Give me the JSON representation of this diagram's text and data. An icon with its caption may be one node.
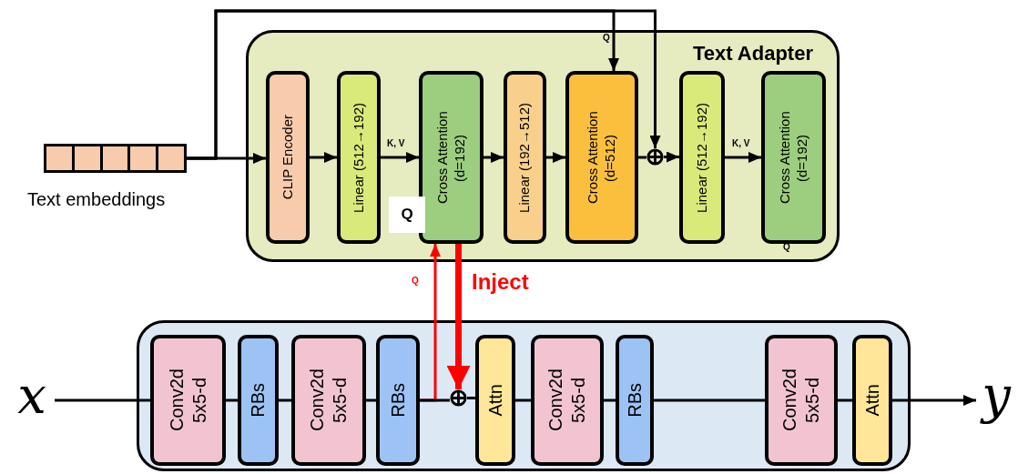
{
  "diagram": {
    "nodes": [
      {
        "text": [
          "Text Adapter"
        ]
      },
      {
        "text": [
          "CLIP Encoder"
        ],
        "in": 0
      },
      {
        "text": [
          "Linear (512→192)"
        ],
        "in": 0
      },
      {
        "text": [
          "Cross Attention (d=192)"
        ],
        "in": 0
      },
      {
        "text": [
          "Linear (192→512)"
        ],
        "in": 0
      },
      {
        "text": [
          "Cross Attention (d=512)"
        ],
        "in": 0
      },
      {
        "text": [],
        "shape": "circle",
        "in": 0
      },
      {
        "text": [
          "Linear (512→192)"
        ],
        "in": 0
      },
      {
        "text": [
          "Cross Attention (d=192)"
        ],
        "in": 0
      },
      {
        "text": [
          "Text embeddings"
        ]
      },
      {
        "text": [],
        "shape": "box"
      },
      {
        "text": [
          "Conv2d 5x5-d"
        ],
        "in": 10
      },
      {
        "text": [
          "RBs"
        ],
        "in": 10
      },
      {
        "text": [
          "Conv2d 5x5-d"
        ],
        "in": 10
      },
      {
        "text": [
          "RBs"
        ],
        "in": 10
      },
      {
        "text": [],
        "shape": "circle",
        "in": 10
      },
      {
        "text": [
          "Attn"
        ],
        "in": 10
      },
      {
        "text": [
          "Conv2d 5x5-d"
        ],
        "in": 10
      },
      {
        "text": [
          "RBs"
        ],
        "in": 10
      },
      {
        "text": [
          "Conv2d 5x5-d"
        ],
        "in": 10
      },
      {
        "text": [
          "Attn"
        ],
        "in": 10
      },
      {
        "text": [
          "x"
        ]
      },
      {
        "text": [
          "y"
        ]
      }
    ],
    "edges": [
      {
        "from": 9,
        "to": 1,
        "arrow": "to"
      },
      {
        "from": 9,
        "to": 5,
        "arrow": "to",
        "label": "Q"
      },
      {
        "from": 9,
        "to": 6,
        "arrow": "to"
      },
      {
        "from": 1,
        "to": 2,
        "arrow": "to"
      },
      {
        "from": 2,
        "to": 3,
        "arrow": "to",
        "label": "K, V"
      },
      {
        "from": 3,
        "to": 4,
        "arrow": "to"
      },
      {
        "from": 4,
        "to": 5,
        "arrow": "to"
      },
      {
        "from": 5,
        "to": 6,
        "arrow": "none"
      },
      {
        "from": 6,
        "to": 7,
        "arrow": "to"
      },
      {
        "from": 7,
        "to": 8,
        "arrow": "to",
        "label": "K, V"
      },
      {
        "from": 14,
        "to": 3,
        "arrow": "to",
        "label": "Q",
        "color": "#ff0000"
      },
      {
        "from": 3,
        "to": 15,
        "arrow": "to",
        "label": "Inject",
        "style": "thick",
        "color": "#ff0000"
      },
      {
        "from": 21,
        "to": 11,
        "arrow": "none"
      },
      {
        "from": 11,
        "to": 12,
        "arrow": "none"
      },
      {
        "from": 12,
        "to": 13,
        "arrow": "none"
      },
      {
        "from": 13,
        "to": 14,
        "arrow": "none"
      },
      {
        "from": 14,
        "to": 15,
        "arrow": "none"
      },
      {
        "from": 15,
        "to": 16,
        "arrow": "none"
      },
      {
        "from": 16,
        "to": 17,
        "arrow": "none"
      },
      {
        "from": 17,
        "to": 18,
        "arrow": "none"
      },
      {
        "from": 18,
        "to": 19,
        "arrow": "none"
      },
      {
        "from": 19,
        "to": 20,
        "arrow": "none"
      },
      {
        "from": 20,
        "to": 22,
        "arrow": "to"
      }
    ],
    "labels": [
      "Q",
      "Q"
    ]
  }
}
